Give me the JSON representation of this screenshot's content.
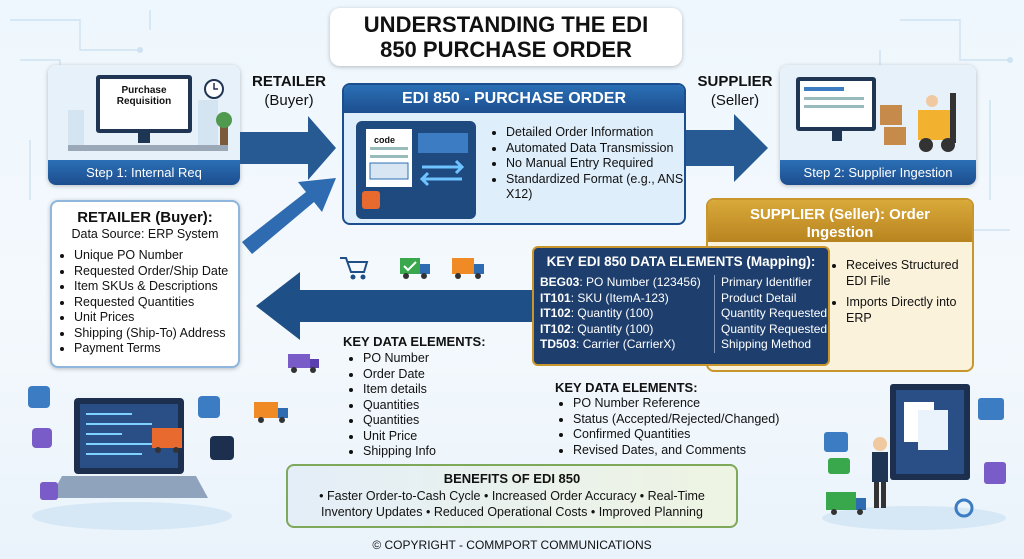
{
  "title": "UNDERSTANDING THE EDI 850 PURCHASE ORDER",
  "retailer_label": [
    "RETAILER",
    "(Buyer)"
  ],
  "supplier_label": [
    "SUPPLIER",
    "(Seller)"
  ],
  "step1": {
    "screen_text": "Purchase Requisition",
    "caption": "Step 1: Internal Req"
  },
  "step2": {
    "caption": "Step 2: Supplier Ingestion"
  },
  "edi_center": {
    "heading": "EDI 850 - PURCHASE ORDER",
    "doc_label": "code",
    "bullets": [
      "Detailed Order Information",
      "Automated Data Transmission",
      "No Manual Entry Required",
      "Standardized Format (e.g., ANSI X12)"
    ]
  },
  "retailer_box": {
    "heading": "RETAILER (Buyer):",
    "subheading": "Data Source: ERP System",
    "items": [
      "Unique PO Number",
      "Requested Order/Ship Date",
      "Item SKUs & Descriptions",
      "Requested Quantities",
      "Unit Prices",
      "Shipping (Ship-To) Address",
      "Payment Terms"
    ]
  },
  "supplier_box": {
    "heading": "SUPPLIER (Seller): Order Ingestion",
    "items": [
      "Receives Structured EDI File",
      "Imports Directly into ERP"
    ]
  },
  "mapping": {
    "heading": "KEY EDI 850 DATA ELEMENTS (Mapping):",
    "rows": [
      {
        "code": "BEG03",
        "value": "PO Number (123456)",
        "meaning": "Primary Identifier"
      },
      {
        "code": "IT101",
        "value": "SKU (ItemA-123)",
        "meaning": "Product Detail"
      },
      {
        "code": "IT102",
        "value": "Quantity (100)",
        "meaning": "Quantity Requested"
      },
      {
        "code": "IT102",
        "value": "Quantity (100)",
        "meaning": "Quantity Requested"
      },
      {
        "code": "TD503",
        "value": "Carrier (CarrierX)",
        "meaning": "Shipping Method"
      }
    ]
  },
  "key_left": {
    "heading": "KEY DATA ELEMENTS:",
    "items": [
      "PO Number",
      "Order Date",
      "Item details",
      "Quantities",
      "Quantities",
      "Unit Price",
      "Shipping Info"
    ]
  },
  "key_right": {
    "heading": "KEY DATA ELEMENTS:",
    "items": [
      "PO Number Reference",
      "Status (Accepted/Rejected/Changed)",
      "Confirmed Quantities",
      "Revised Dates, and Comments"
    ]
  },
  "benefits": {
    "heading": "BENEFITS OF EDI 850",
    "line1": "• Faster Order-to-Cash Cycle • Increased Order Accuracy • Real-Time",
    "line2": "Inventory Updates • Reduced Operational Costs • Improved Planning"
  },
  "footer": "© COPYRIGHT - COMMPORT COMMUNICATIONS",
  "colors": {
    "navy": "#1c4e8f",
    "gold": "#c9962c",
    "arrow": "#275a93"
  }
}
